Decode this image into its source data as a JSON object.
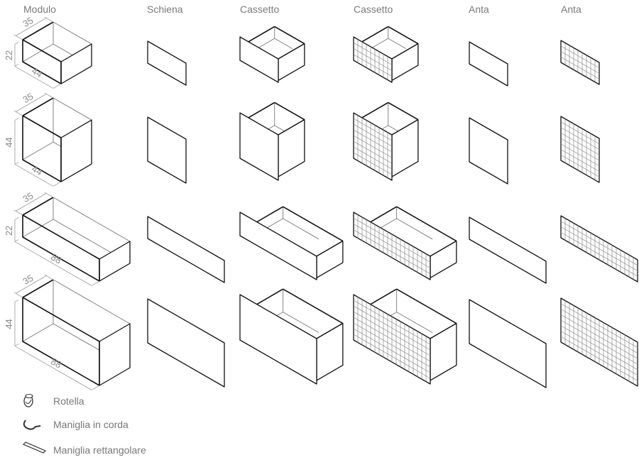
{
  "columns": [
    "Modulo",
    "Schiena",
    "Cassetto",
    "Cassetto",
    "Anta",
    "Anta"
  ],
  "rows": [
    {
      "depth": "35",
      "height": "22",
      "width": "44"
    },
    {
      "depth": "35",
      "height": "44",
      "width": "44"
    },
    {
      "depth": "35",
      "height": "22",
      "width": "88"
    },
    {
      "depth": "35",
      "height": "44",
      "width": "88"
    }
  ],
  "legend": [
    {
      "icon": "rotella-icon",
      "label": "Rotella"
    },
    {
      "icon": "rope-handle-icon",
      "label": "Maniglia in corda"
    },
    {
      "icon": "rectangular-handle-icon",
      "label": "Maniglia rettangolare"
    }
  ]
}
